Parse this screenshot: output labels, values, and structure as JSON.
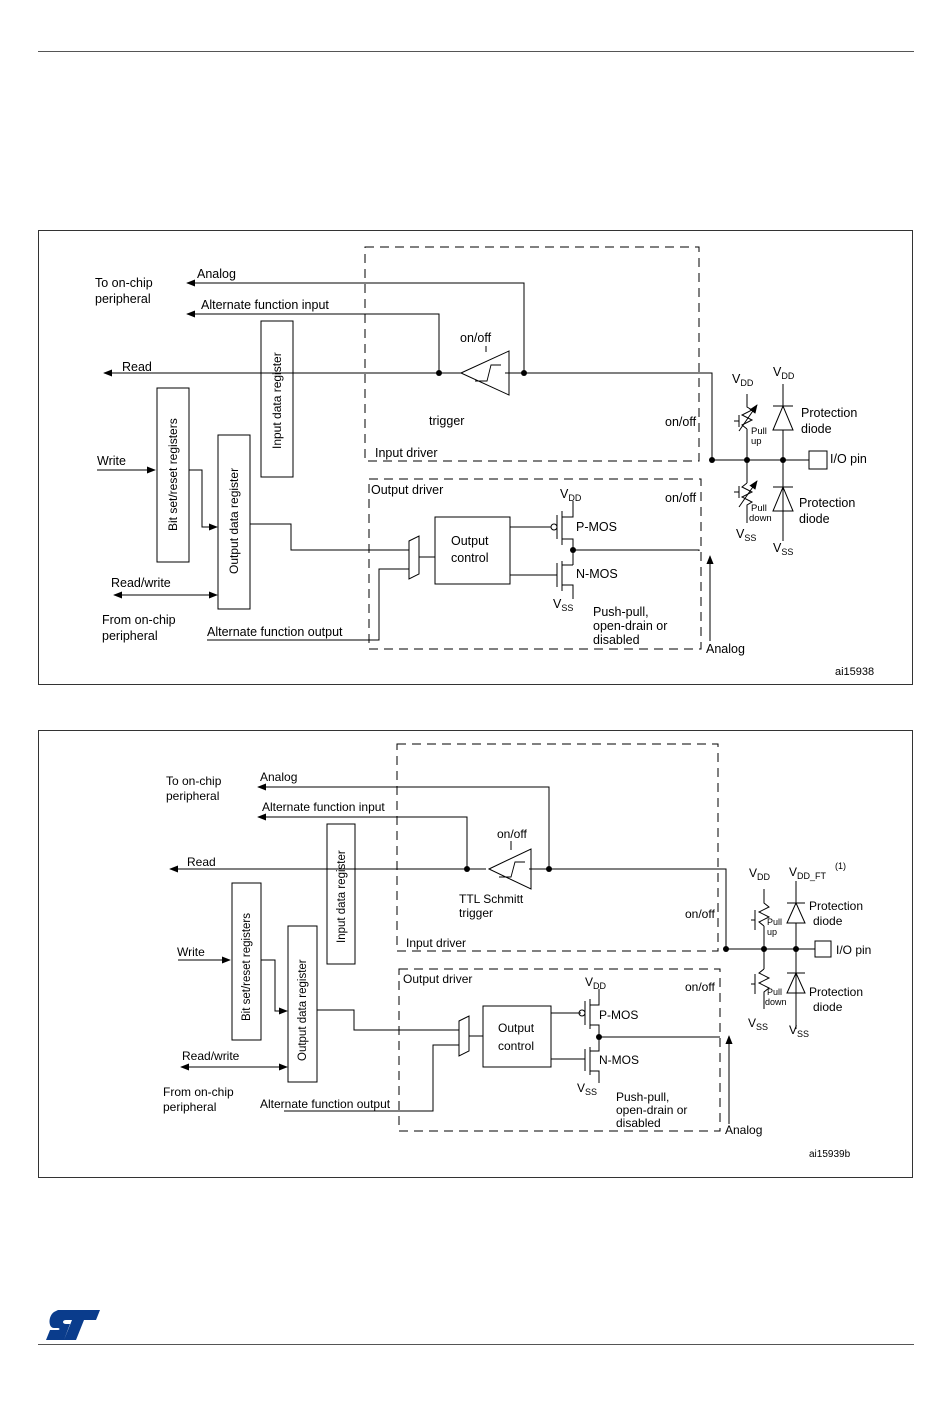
{
  "brand_color": "#0a3c8c",
  "logo_text": "ST",
  "fig1": {
    "id_label": "ai15938",
    "to_onchip_1": "To on-chip",
    "to_onchip_2": "peripheral",
    "analog_top": "Analog",
    "alt_func_input": "Alternate function input",
    "onoff_trigger": "on/off",
    "read": "Read",
    "input_data_register": "Input data register",
    "bit_set_reset": "Bit set/reset registers",
    "output_data_register": "Output data register",
    "write": "Write",
    "read_write": "Read/write",
    "from_onchip_1": "From on-chip",
    "from_onchip_2": "peripheral",
    "alt_func_output": "Alternate function output",
    "trigger": "trigger",
    "input_driver": "Input driver",
    "output_driver": "Output driver",
    "output_control_1": "Output",
    "output_control_2": "control",
    "pmos": "P-MOS",
    "nmos": "N-MOS",
    "vdd_mos": "V",
    "vdd_mos_sub": "DD",
    "vss_mos": "V",
    "vss_mos_sub": "SS",
    "pushpull_1": "Push-pull,",
    "pushpull_2": "open-drain or",
    "pushpull_3": "disabled",
    "analog_bottom": "Analog",
    "onoff_up": "on/off",
    "onoff_down": "on/off",
    "vdd_pull": "V",
    "vdd_pull_sub": "DD",
    "vdd_diode": "V",
    "vdd_diode_sub": "DD",
    "pull_up_1": "Pull",
    "pull_up_2": "up",
    "pull_down_1": "Pull",
    "pull_down_2": "down",
    "vss_pull": "V",
    "vss_pull_sub": "SS",
    "vss_diode": "V",
    "vss_diode_sub": "SS",
    "protection_diode_1a": "Protection",
    "protection_diode_1b": "diode",
    "protection_diode_2a": "Protection",
    "protection_diode_2b": "diode",
    "io_pin": "I/O pin"
  },
  "fig2": {
    "id_label": "ai15939b",
    "to_onchip_1": "To on-chip",
    "to_onchip_2": "peripheral",
    "analog_top": "Analog",
    "alt_func_input": "Alternate function input",
    "onoff_trigger": "on/off",
    "read": "Read",
    "input_data_register": "Input data register",
    "bit_set_reset": "Bit set/reset registers",
    "output_data_register": "Output data register",
    "write": "Write",
    "read_write": "Read/write",
    "from_onchip_1": "From on-chip",
    "from_onchip_2": "peripheral",
    "alt_func_output": "Alternate function output",
    "trigger_1": "TTL Schmitt",
    "trigger_2": "trigger",
    "input_driver": "Input driver",
    "output_driver": "Output driver",
    "output_control_1": "Output",
    "output_control_2": "control",
    "pmos": "P-MOS",
    "nmos": "N-MOS",
    "vdd_mos": "V",
    "vdd_mos_sub": "DD",
    "vss_mos": "V",
    "vss_mos_sub": "SS",
    "pushpull_1": "Push-pull,",
    "pushpull_2": "open-drain or",
    "pushpull_3": "disabled",
    "analog_bottom": "Analog",
    "onoff_up": "on/off",
    "onoff_down": "on/off",
    "vdd_pull": "V",
    "vdd_pull_sub": "DD",
    "vddft": "V",
    "vddft_sub": "DD_FT",
    "vddft_note": "(1)",
    "pull_up_1": "Pull",
    "pull_up_2": "up",
    "pull_down_1": "Pull",
    "pull_down_2": "down",
    "vss_pull": "V",
    "vss_pull_sub": "SS",
    "vss_diode": "V",
    "vss_diode_sub": "SS",
    "protection_diode_1a": "Protection",
    "protection_diode_1b": "diode",
    "protection_diode_2a": "Protection",
    "protection_diode_2b": "diode",
    "io_pin": "I/O pin"
  }
}
